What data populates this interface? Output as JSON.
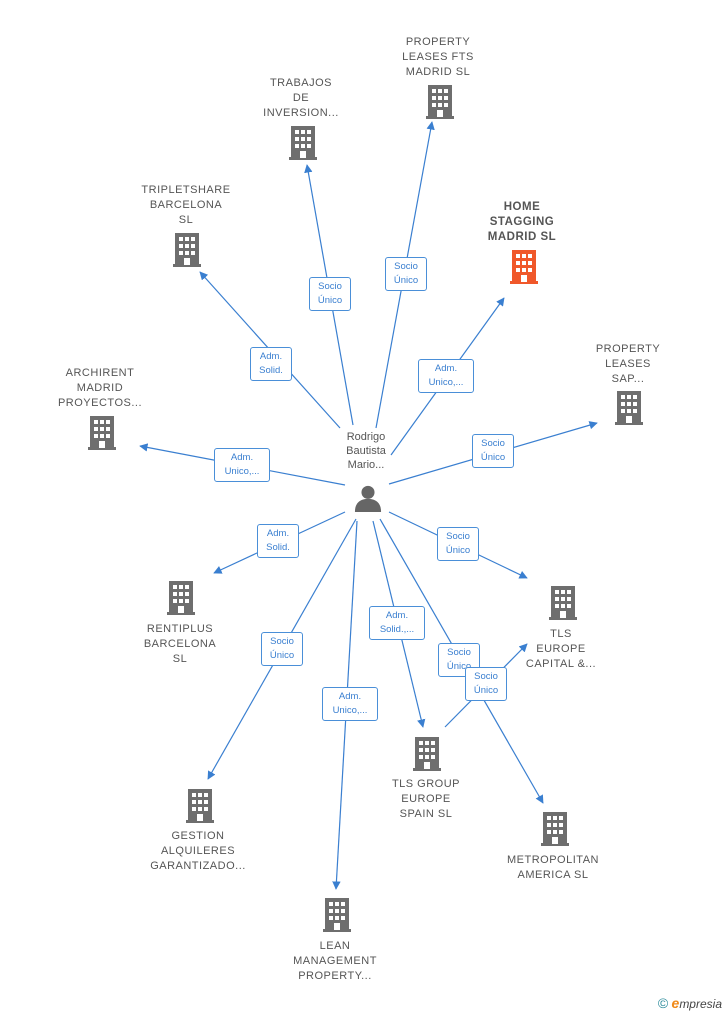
{
  "colors": {
    "edge": "#3a7fd0",
    "company": "#6e6e6e",
    "company_highlight": "#f0582a",
    "person": "#666666",
    "text": "#555555"
  },
  "center": {
    "lines": [
      "Rodrigo",
      "Bautista",
      "Mario..."
    ],
    "icon": "person-icon"
  },
  "nodes": [
    {
      "id": "property-leases-fts",
      "lines": [
        "PROPERTY",
        "LEASES FTS",
        "MADRID  SL"
      ],
      "highlight": false
    },
    {
      "id": "trabajos-de-inversion",
      "lines": [
        "TRABAJOS",
        "DE",
        "INVERSION..."
      ],
      "highlight": false
    },
    {
      "id": "tripletshare-barcelona",
      "lines": [
        "TRIPLETSHARE",
        "BARCELONA",
        "SL"
      ],
      "highlight": false
    },
    {
      "id": "home-stagging-madrid",
      "lines": [
        "HOME",
        "STAGGING",
        "MADRID  SL"
      ],
      "highlight": true
    },
    {
      "id": "property-leases-sap",
      "lines": [
        "PROPERTY",
        "LEASES",
        "SAP..."
      ],
      "highlight": false
    },
    {
      "id": "archirent-madrid",
      "lines": [
        "ARCHIRENT",
        "MADRID",
        "PROYECTOS..."
      ],
      "highlight": false
    },
    {
      "id": "rentiplus-barcelona",
      "lines": [
        "RENTIPLUS",
        "BARCELONA",
        "SL"
      ],
      "highlight": false
    },
    {
      "id": "tls-europe-capital",
      "lines": [
        "TLS",
        "EUROPE",
        "CAPITAL &..."
      ],
      "highlight": false
    },
    {
      "id": "tls-group-europe-spain",
      "lines": [
        "TLS GROUP",
        "EUROPE",
        "SPAIN  SL"
      ],
      "highlight": false
    },
    {
      "id": "gestion-alquileres",
      "lines": [
        "GESTION",
        "ALQUILERES",
        "GARANTIZADO..."
      ],
      "highlight": false
    },
    {
      "id": "metropolitan-america",
      "lines": [
        "METROPOLITAN",
        "AMERICA  SL"
      ],
      "highlight": false
    },
    {
      "id": "lean-management",
      "lines": [
        "LEAN",
        "MANAGEMENT",
        "PROPERTY..."
      ],
      "highlight": false
    }
  ],
  "edges": [
    {
      "id": "property-leases-fts",
      "lines": [
        "Socio",
        "Único"
      ]
    },
    {
      "id": "trabajos-de-inversion",
      "lines": [
        "Socio",
        "Único"
      ]
    },
    {
      "id": "tripletshare-barcelona",
      "lines": [
        "Adm.",
        "Solid."
      ]
    },
    {
      "id": "home-stagging-madrid",
      "lines": [
        "Adm.",
        "Unico,..."
      ]
    },
    {
      "id": "property-leases-sap",
      "lines": [
        "Socio",
        "Único"
      ]
    },
    {
      "id": "archirent-madrid",
      "lines": [
        "Adm.",
        "Unico,..."
      ]
    },
    {
      "id": "rentiplus-barcelona",
      "lines": [
        "Adm.",
        "Solid."
      ]
    },
    {
      "id": "tls-europe-capital",
      "lines": [
        "Socio",
        "Único"
      ]
    },
    {
      "id": "tls-group-europe-spain",
      "lines": [
        "Adm.",
        "Solid.,..."
      ]
    },
    {
      "id": "gestion-alquileres",
      "lines": [
        "Socio",
        "Único"
      ]
    },
    {
      "id": "metropolitan-america",
      "lines": [
        "Socio",
        "Único"
      ]
    },
    {
      "id": "lean-management",
      "lines": [
        "Adm.",
        "Unico,..."
      ]
    },
    {
      "id": "tls-group-to-tls-europe",
      "lines": [
        "Socio",
        "Único"
      ]
    }
  ],
  "footer": {
    "copyright": "©",
    "brand_initial": "e",
    "brand_rest": "mpresia"
  }
}
